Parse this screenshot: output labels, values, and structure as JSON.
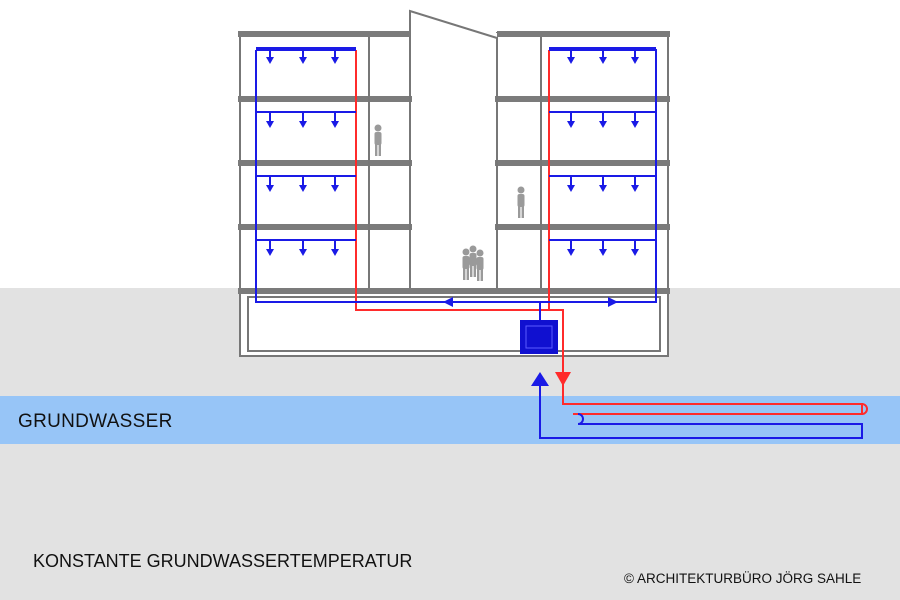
{
  "labels": {
    "groundwater": "GRUNDWASSER",
    "constant_temperature": "KONSTANTE GRUNDWASSERTEMPERATUR",
    "copyright": "© ARCHITEKTURBÜRO  JÖRG SAHLE"
  },
  "colors": {
    "sky": "#ffffff",
    "ground": "#e2e2e2",
    "groundwater": "#97c5f7",
    "building_line": "#777777",
    "slab": "#7b7b7b",
    "supply": "#ff2b2b",
    "return": "#1a1ae6",
    "heat_pump": "#1010d0",
    "figures": "#9a9a9a"
  },
  "icons": {
    "heat_pump": "heat-pump-unit-icon",
    "people": "person-icon"
  }
}
